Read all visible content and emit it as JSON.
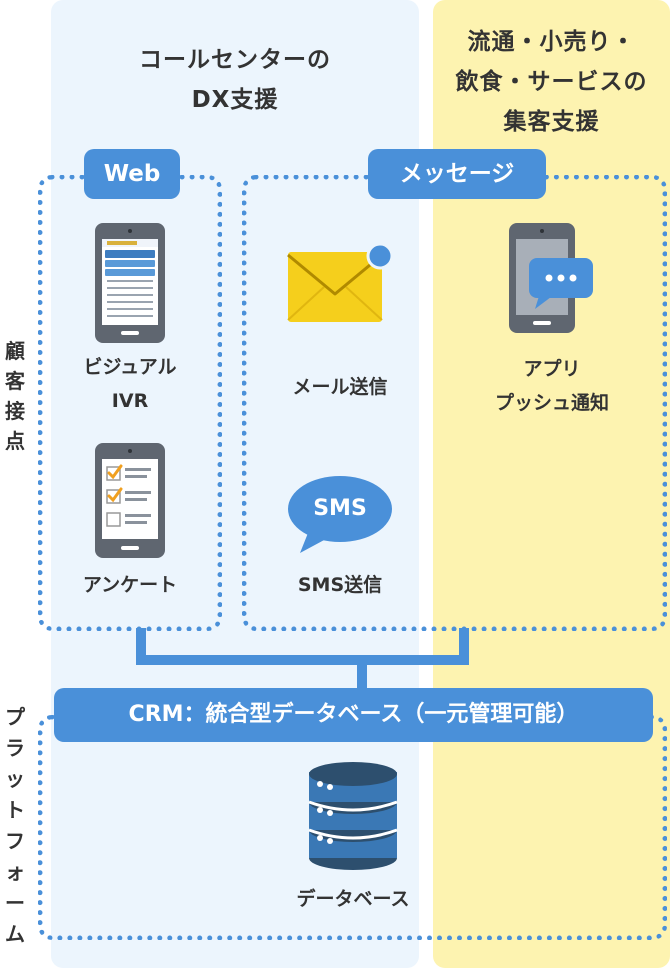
{
  "columns": {
    "callcenter_title_line1": "コールセンターの",
    "callcenter_title_line2": "DX支援",
    "retail_title_line1": "流通・小売り・",
    "retail_title_line2": "飲食・サービスの",
    "retail_title_line3": "集客支援"
  },
  "side_labels": {
    "touchpoint": [
      "顧",
      "客",
      "接",
      "点"
    ],
    "platform": [
      "プ",
      "ラ",
      "ッ",
      "ト",
      "フ",
      "ォ",
      "ー",
      "ム"
    ]
  },
  "web": {
    "pill": "Web",
    "visual_ivr_line1": "ビジュアル",
    "visual_ivr_line2": "IVR",
    "survey": "アンケート"
  },
  "message": {
    "pill": "メッセージ",
    "mail": "メール送信",
    "sms_bubble": "SMS",
    "sms": "SMS送信",
    "app_line1": "アプリ",
    "app_line2": "プッシュ通知"
  },
  "platform": {
    "crm_pill": "CRM：統合型データベース（一元管理可能）",
    "database": "データベース"
  },
  "colors": {
    "accent": "#4a90d9",
    "callcenter_bg": "#ecf5fd",
    "retail_bg": "#fdf3b0",
    "envelope": "#f5cf1c",
    "device": "#5f6670",
    "db_dark": "#2d4f6e",
    "db_mid": "#3a78b5"
  }
}
